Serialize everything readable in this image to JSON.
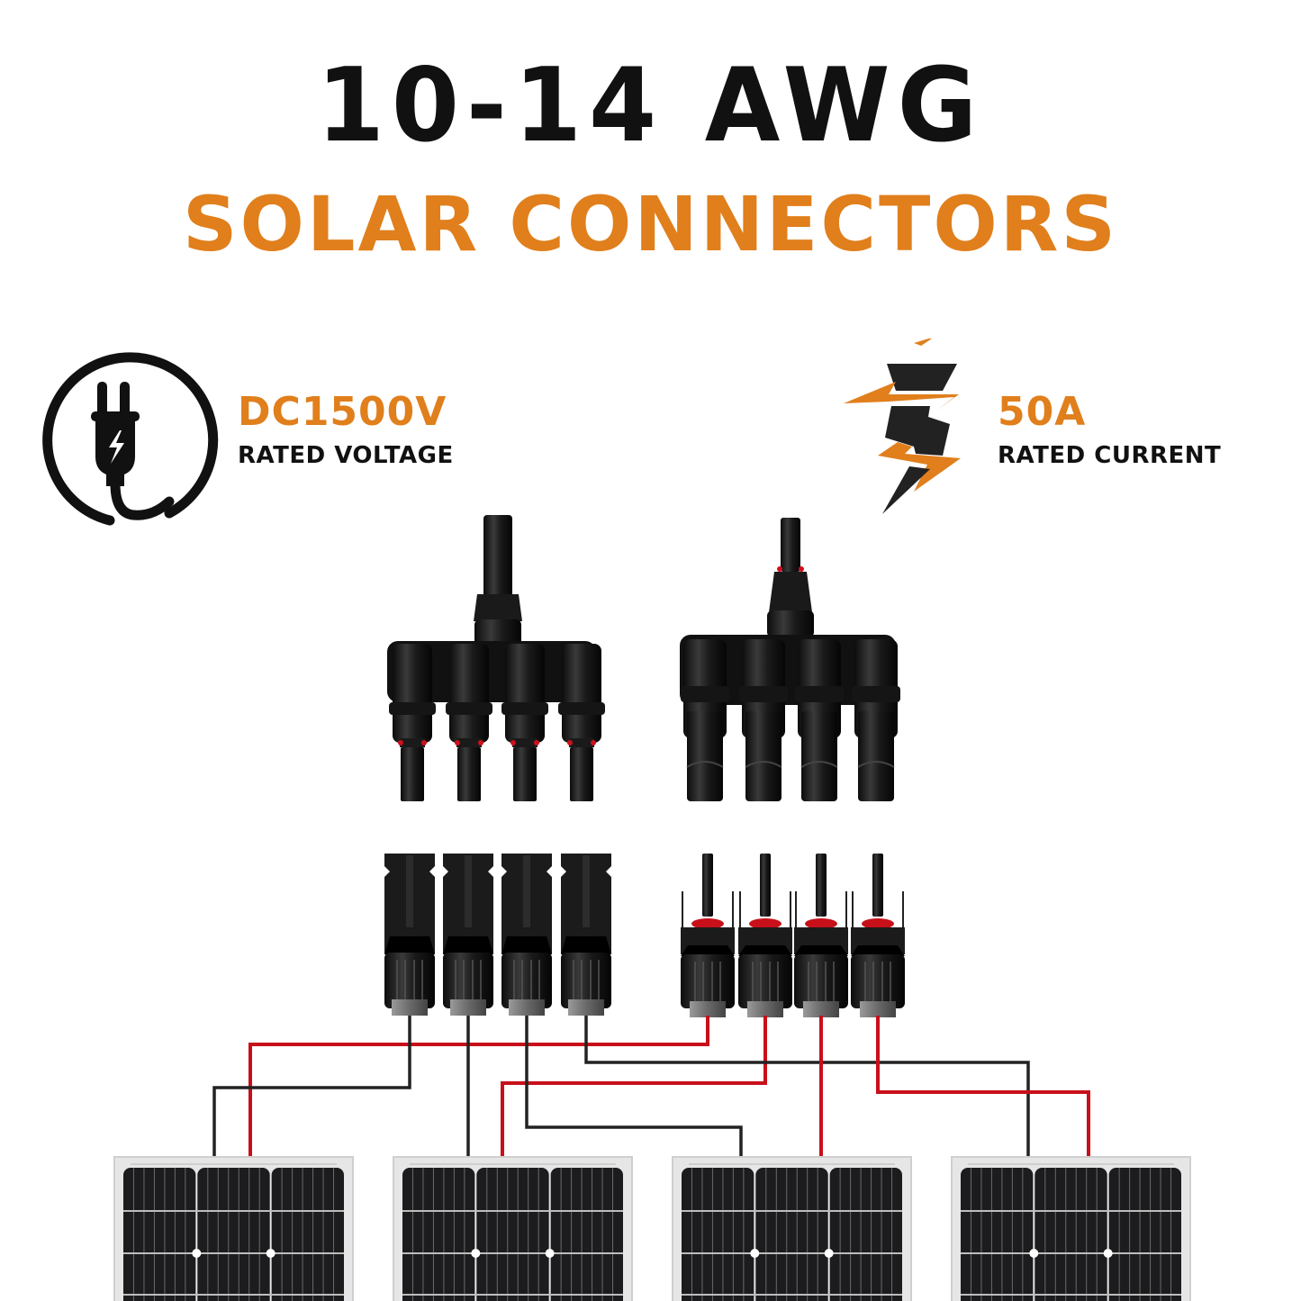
{
  "header": {
    "title_line1": "10-14 AWG",
    "title_line2": "SOLAR CONNECTORS"
  },
  "specs": [
    {
      "icon": "plug-icon",
      "value": "DC1500V",
      "label": "RATED VOLTAGE"
    },
    {
      "icon": "lightning-bolt-icon",
      "value": "50A",
      "label": "RATED CURRENT"
    }
  ],
  "colors": {
    "accent_orange": "#e07f1c",
    "text_black": "#111111",
    "wire_positive_red": "#c8101a",
    "wire_negative_black": "#222222",
    "panel_cell": "#1c1c1e",
    "panel_frame": "#e6e6e6"
  },
  "diagram": {
    "branch_connectors": [
      {
        "name": "1-to-4 male branch connector",
        "outputs": 4
      },
      {
        "name": "1-to-4 female branch connector",
        "outputs": 4
      }
    ],
    "single_connectors": {
      "negative_count": 4,
      "positive_count": 4
    },
    "solar_panels": 4,
    "wiring": "parallel"
  }
}
